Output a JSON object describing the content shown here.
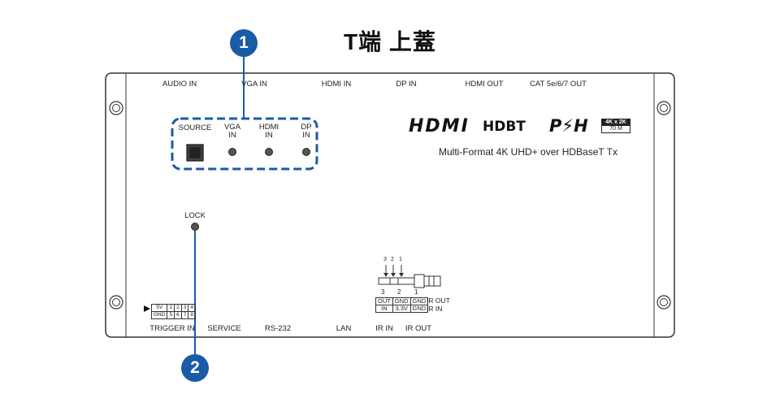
{
  "title": "T端 上蓋",
  "top_ports": [
    "AUDIO IN",
    "VGA IN",
    "HDMI IN",
    "DP IN",
    "HDMI OUT",
    "CAT 5e/6/7 OUT"
  ],
  "source_group": {
    "source": "SOURCE",
    "vga": "VGA IN",
    "hdmi": "HDMI IN",
    "dp": "DP IN"
  },
  "lock_label": "LOCK",
  "logos": {
    "hdmi": "HDMI",
    "hdbaset": "HDBT",
    "poh": "P⚡H",
    "fourk_top": "4K x 2K",
    "fourk_bottom": "70 M"
  },
  "tagline": "Multi-Format 4K UHD+ over HDBaseT Tx",
  "trigger_table": {
    "row1": [
      "5V",
      "1",
      "2",
      "3",
      "4"
    ],
    "row2": [
      "GND",
      "5",
      "6",
      "7",
      "8"
    ]
  },
  "ir_pins": [
    "3",
    "2",
    "1"
  ],
  "ir_table": {
    "row1": [
      "OUT",
      "GND",
      "GND"
    ],
    "row2": [
      "IN",
      "3.3V",
      "GND"
    ],
    "row1_label": "IR OUT",
    "row2_label": "IR IN"
  },
  "bottom_ports": [
    "TRIGGER IN",
    "SERVICE",
    "RS-232",
    "LAN",
    "IR IN",
    "IR OUT"
  ],
  "callouts": [
    "1",
    "2"
  ],
  "colors": {
    "callout": "#1a5ba6",
    "outline": "#333333"
  }
}
